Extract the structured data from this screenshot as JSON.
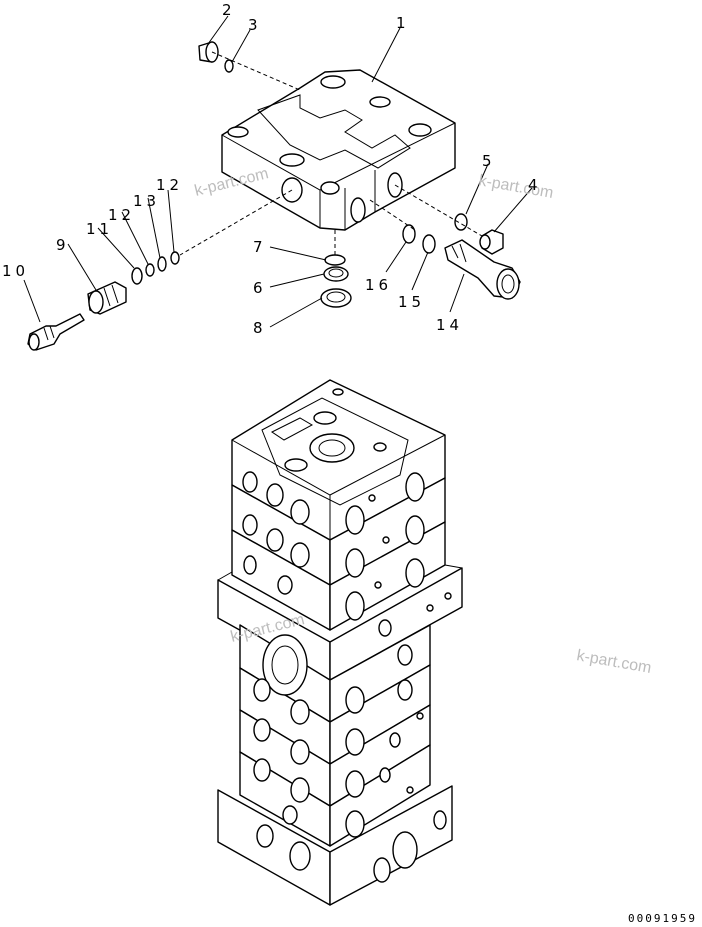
{
  "part_labels": {
    "p1": "1",
    "p2": "2",
    "p3": "3",
    "p4": "4",
    "p5": "5",
    "p6": "6",
    "p7": "7",
    "p8": "8",
    "p9": "9",
    "p10": "10",
    "p11": "11",
    "p12a": "12",
    "p12b": "12",
    "p13": "13",
    "p14": "14",
    "p15": "15",
    "p16": "16"
  },
  "watermarks": {
    "w1": "k-part.com",
    "w2": "k-part.com",
    "w3": "k-part.com",
    "w4": "k-part.com"
  },
  "drawing_code": "00091959"
}
